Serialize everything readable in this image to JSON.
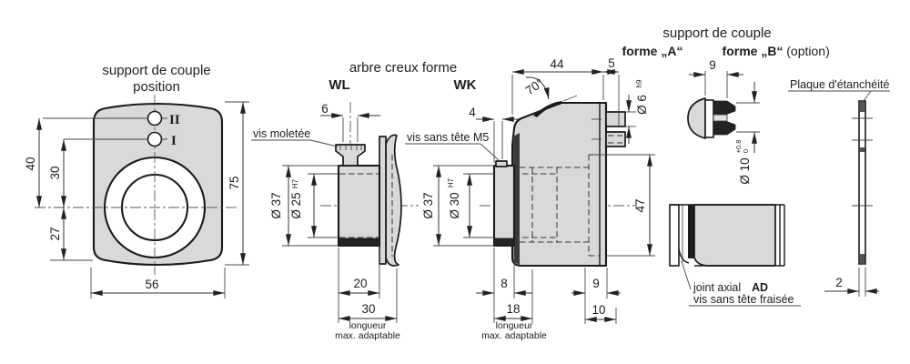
{
  "colors": {
    "background": "#ffffff",
    "part_fill": "#d9d9d9",
    "outline": "#1a1a1a",
    "dark_fill": "#232323",
    "dim_line": "#333333"
  },
  "front_view": {
    "title_line1": "support de couple",
    "title_line2": "position",
    "hole_top_label": "II",
    "hole_bottom_label": "I",
    "dim_40": "40",
    "dim_30": "30",
    "dim_27": "27",
    "dim_56": "56",
    "dim_75": "75"
  },
  "hollow_shaft": {
    "section_title": "arbre creux forme",
    "wl": {
      "label": "WL",
      "screw_label": "vis moletée",
      "dim_6": "6",
      "dim_dia37": "Ø 37",
      "dim_dia25": "Ø 25",
      "dia25_fit": "H7",
      "dim_20": "20",
      "dim_30": "30",
      "note_line1": "longueur",
      "note_line2": "max. adaptable"
    },
    "wk": {
      "label": "WK",
      "screw_label": "vis sans tête M5",
      "dim_4": "4",
      "dim_dia37": "Ø 37",
      "dim_dia30": "Ø 30",
      "dia30_fit": "H7",
      "dim_8": "8",
      "dim_18": "18",
      "note_line1": "longueur",
      "note_line2": "max. adaptable"
    }
  },
  "side_view": {
    "dim_44": "44",
    "dim_5": "5",
    "angle_70": "70°",
    "dim_dia6": "Ø 6",
    "dia6_fit": "h9",
    "dim_47": "47",
    "dim_9": "9",
    "dim_10": "10"
  },
  "torque_support": {
    "title": "support de couple",
    "forme_a": "forme „A“",
    "forme_b": "forme „B“",
    "option": "(option)",
    "dim_9": "9",
    "dim_dia10": "Ø 10",
    "dia10_tol_upper": "+0.8",
    "dia10_tol_lower": "0",
    "joint_label": "joint axial",
    "joint_label_bold": "AD",
    "screw_label": "vis sans tête fraisée"
  },
  "sealing_plate": {
    "label": "Plaque d'étanchéité",
    "dim_2": "2"
  }
}
